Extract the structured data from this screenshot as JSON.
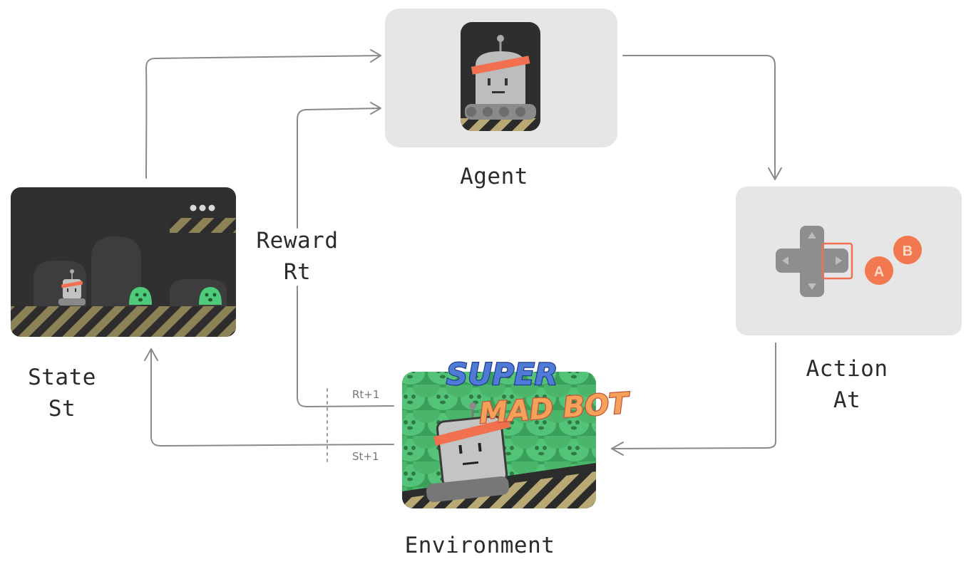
{
  "labels": {
    "agent": "Agent",
    "reward": "Reward",
    "reward_sub": "Rt",
    "state": "State",
    "state_sub": "St",
    "action": "Action",
    "action_sub": "At",
    "environment": "Environment",
    "reward_next": "Rt+1",
    "state_next": "St+1"
  },
  "game_title": {
    "line1": "SUPER",
    "line2": "MAD BOT"
  },
  "controller": {
    "button_a": "A",
    "button_b": "B"
  },
  "colors": {
    "arrow": "#8a8a8a",
    "panel": "#e6e6e6",
    "dark_scene": "#303030",
    "robot_band": "#f0704f",
    "slime": "#4fc97a",
    "hazard_stripe": "#8d8156"
  }
}
